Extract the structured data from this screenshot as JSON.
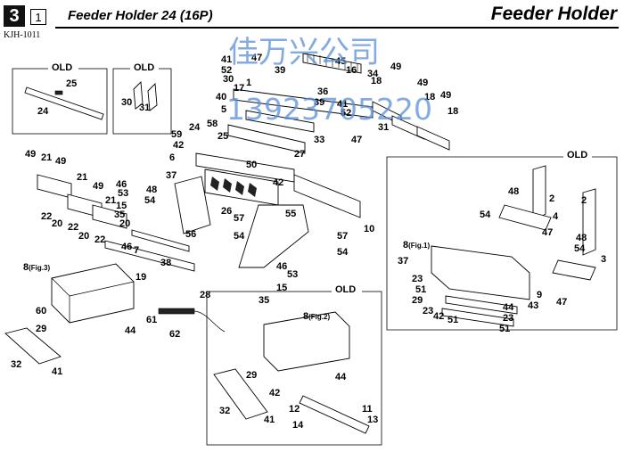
{
  "header": {
    "section_number": "3",
    "page_number": "1",
    "code": "KJH-1011",
    "title": "Feeder Holder 24 (16P)",
    "category": "Feeder Holder"
  },
  "watermark": {
    "company": "佳万兴公司",
    "phone": "13923705220"
  },
  "box_labels": {
    "old_a": "OLD",
    "old_b": "OLD",
    "old_c": "OLD",
    "old_d": "OLD"
  },
  "callouts": [
    {
      "id": "c1",
      "text": "25"
    },
    {
      "id": "c2",
      "text": "24"
    },
    {
      "id": "c3",
      "text": "30"
    },
    {
      "id": "c4",
      "text": "31"
    },
    {
      "id": "c5",
      "text": "41"
    },
    {
      "id": "c6",
      "text": "47"
    },
    {
      "id": "c7",
      "text": "52"
    },
    {
      "id": "c8",
      "text": "30"
    },
    {
      "id": "c9",
      "text": "17"
    },
    {
      "id": "c10",
      "text": "1"
    },
    {
      "id": "c11",
      "text": "39"
    },
    {
      "id": "c12",
      "text": "45"
    },
    {
      "id": "c13",
      "text": "16"
    },
    {
      "id": "c14",
      "text": "34"
    },
    {
      "id": "c15",
      "text": "49"
    },
    {
      "id": "c16",
      "text": "18"
    },
    {
      "id": "c17",
      "text": "49"
    },
    {
      "id": "c18",
      "text": "18"
    },
    {
      "id": "c19",
      "text": "49"
    },
    {
      "id": "c20",
      "text": "18"
    },
    {
      "id": "c21",
      "text": "40"
    },
    {
      "id": "c22",
      "text": "5"
    },
    {
      "id": "c23",
      "text": "36"
    },
    {
      "id": "c24",
      "text": "39"
    },
    {
      "id": "c25",
      "text": "41"
    },
    {
      "id": "c26",
      "text": "52"
    },
    {
      "id": "c27",
      "text": "31"
    },
    {
      "id": "c28",
      "text": "58"
    },
    {
      "id": "c29",
      "text": "24"
    },
    {
      "id": "c30",
      "text": "59"
    },
    {
      "id": "c31",
      "text": "42"
    },
    {
      "id": "c32",
      "text": "25"
    },
    {
      "id": "c33",
      "text": "33"
    },
    {
      "id": "c34",
      "text": "47"
    },
    {
      "id": "c35",
      "text": "27"
    },
    {
      "id": "c36",
      "text": "6"
    },
    {
      "id": "c37",
      "text": "50"
    },
    {
      "id": "c38",
      "text": "42"
    },
    {
      "id": "c39",
      "text": "37"
    },
    {
      "id": "c40",
      "text": "49"
    },
    {
      "id": "c41",
      "text": "21"
    },
    {
      "id": "c42",
      "text": "49"
    },
    {
      "id": "c43",
      "text": "21"
    },
    {
      "id": "c44",
      "text": "49"
    },
    {
      "id": "c45",
      "text": "21"
    },
    {
      "id": "c46",
      "text": "46"
    },
    {
      "id": "c47",
      "text": "53"
    },
    {
      "id": "c48",
      "text": "15"
    },
    {
      "id": "c49",
      "text": "35"
    },
    {
      "id": "c50",
      "text": "20"
    },
    {
      "id": "c51",
      "text": "48"
    },
    {
      "id": "c52",
      "text": "54"
    },
    {
      "id": "c53",
      "text": "26"
    },
    {
      "id": "c54",
      "text": "57"
    },
    {
      "id": "c55",
      "text": "55"
    },
    {
      "id": "c56",
      "text": "10"
    },
    {
      "id": "c57",
      "text": "22"
    },
    {
      "id": "c58",
      "text": "20"
    },
    {
      "id": "c59",
      "text": "22"
    },
    {
      "id": "c60",
      "text": "20"
    },
    {
      "id": "c61",
      "text": "22"
    },
    {
      "id": "c62",
      "text": "7"
    },
    {
      "id": "c63",
      "text": "46"
    },
    {
      "id": "c64",
      "text": "56"
    },
    {
      "id": "c65",
      "text": "54"
    },
    {
      "id": "c66",
      "text": "57"
    },
    {
      "id": "c67",
      "text": "54"
    },
    {
      "id": "c68",
      "text": "38"
    },
    {
      "id": "c69",
      "text": "8(Fig.3)"
    },
    {
      "id": "c70",
      "text": "19"
    },
    {
      "id": "c71",
      "text": "46"
    },
    {
      "id": "c72",
      "text": "53"
    },
    {
      "id": "c73",
      "text": "15"
    },
    {
      "id": "c74",
      "text": "28"
    },
    {
      "id": "c75",
      "text": "35"
    },
    {
      "id": "c76",
      "text": "60"
    },
    {
      "id": "c77",
      "text": "61"
    },
    {
      "id": "c78",
      "text": "29"
    },
    {
      "id": "c79",
      "text": "44"
    },
    {
      "id": "c80",
      "text": "62"
    },
    {
      "id": "c81",
      "text": "32"
    },
    {
      "id": "c82",
      "text": "41"
    },
    {
      "id": "c83",
      "text": "8(Fig.2)"
    },
    {
      "id": "c84",
      "text": "29"
    },
    {
      "id": "c85",
      "text": "44"
    },
    {
      "id": "c86",
      "text": "42"
    },
    {
      "id": "c87",
      "text": "32"
    },
    {
      "id": "c88",
      "text": "41"
    },
    {
      "id": "c89",
      "text": "12"
    },
    {
      "id": "c90",
      "text": "11"
    },
    {
      "id": "c91",
      "text": "13"
    },
    {
      "id": "c92",
      "text": "14"
    },
    {
      "id": "c93",
      "text": "48"
    },
    {
      "id": "c94",
      "text": "2"
    },
    {
      "id": "c95",
      "text": "54"
    },
    {
      "id": "c96",
      "text": "4"
    },
    {
      "id": "c97",
      "text": "47"
    },
    {
      "id": "c98",
      "text": "2"
    },
    {
      "id": "c99",
      "text": "48"
    },
    {
      "id": "c100",
      "text": "54"
    },
    {
      "id": "c101",
      "text": "3"
    },
    {
      "id": "c102",
      "text": "8(Fig.1)"
    },
    {
      "id": "c103",
      "text": "37"
    },
    {
      "id": "c104",
      "text": "23"
    },
    {
      "id": "c105",
      "text": "51"
    },
    {
      "id": "c106",
      "text": "29"
    },
    {
      "id": "c107",
      "text": "23"
    },
    {
      "id": "c108",
      "text": "42"
    },
    {
      "id": "c109",
      "text": "51"
    },
    {
      "id": "c110",
      "text": "44"
    },
    {
      "id": "c111",
      "text": "23"
    },
    {
      "id": "c112",
      "text": "51"
    },
    {
      "id": "c113",
      "text": "9"
    },
    {
      "id": "c114",
      "text": "43"
    },
    {
      "id": "c115",
      "text": "47"
    }
  ]
}
